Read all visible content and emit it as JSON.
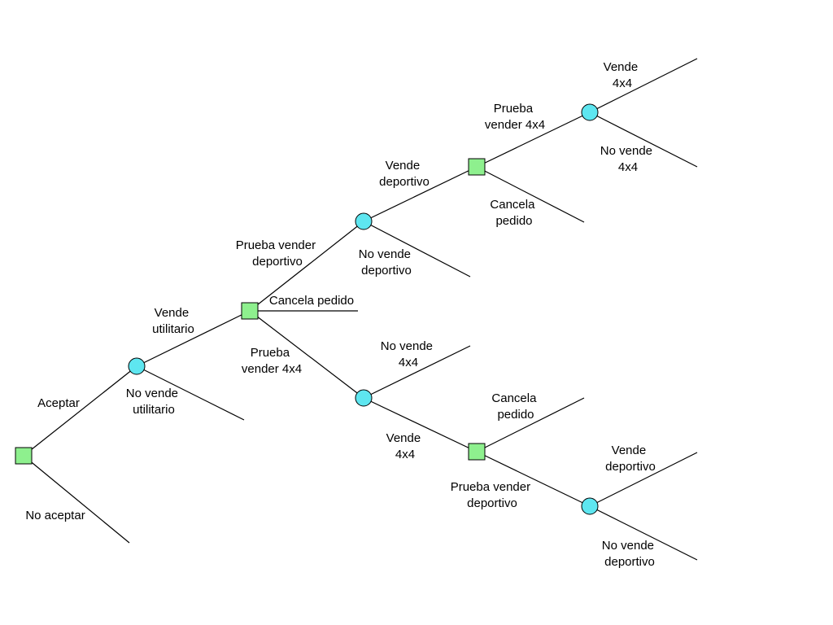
{
  "colors": {
    "decision_node": "#8ef08e",
    "chance_node": "#5ee6f0",
    "edge": "#000000",
    "background": "#ffffff"
  },
  "node_types": {
    "decision": "square",
    "chance": "circle"
  },
  "labels": {
    "aceptar": "Aceptar",
    "no_aceptar": "No aceptar",
    "vende_utilitario": [
      "Vende",
      "utilitario"
    ],
    "no_vende_utilitario": [
      "No vende",
      "utilitario"
    ],
    "cancela_pedido_1": "Cancela pedido",
    "prueba_vender_deportivo_1": [
      "Prueba vender",
      "deportivo"
    ],
    "prueba_vender_4x4_1": [
      "Prueba",
      "vender 4x4"
    ],
    "vende_deportivo_1": [
      "Vende",
      "deportivo"
    ],
    "no_vende_deportivo_1": [
      "No vende",
      "deportivo"
    ],
    "prueba_vender_4x4_2": [
      "Prueba",
      "vender 4x4"
    ],
    "cancela_pedido_2": [
      "Cancela",
      "pedido"
    ],
    "vende_4x4_1": [
      "Vende",
      "4x4"
    ],
    "no_vende_4x4_1": [
      "No vende",
      "4x4"
    ],
    "no_vende_4x4_2": [
      "No vende",
      "4x4"
    ],
    "vende_4x4_2": [
      "Vende",
      "4x4"
    ],
    "cancela_pedido_3": [
      "Cancela",
      "pedido"
    ],
    "prueba_vender_deportivo_2": [
      "Prueba vender",
      "deportivo"
    ],
    "vende_deportivo_2": [
      "Vende",
      "deportivo"
    ],
    "no_vende_deportivo_2": [
      "No vende",
      "deportivo"
    ]
  }
}
